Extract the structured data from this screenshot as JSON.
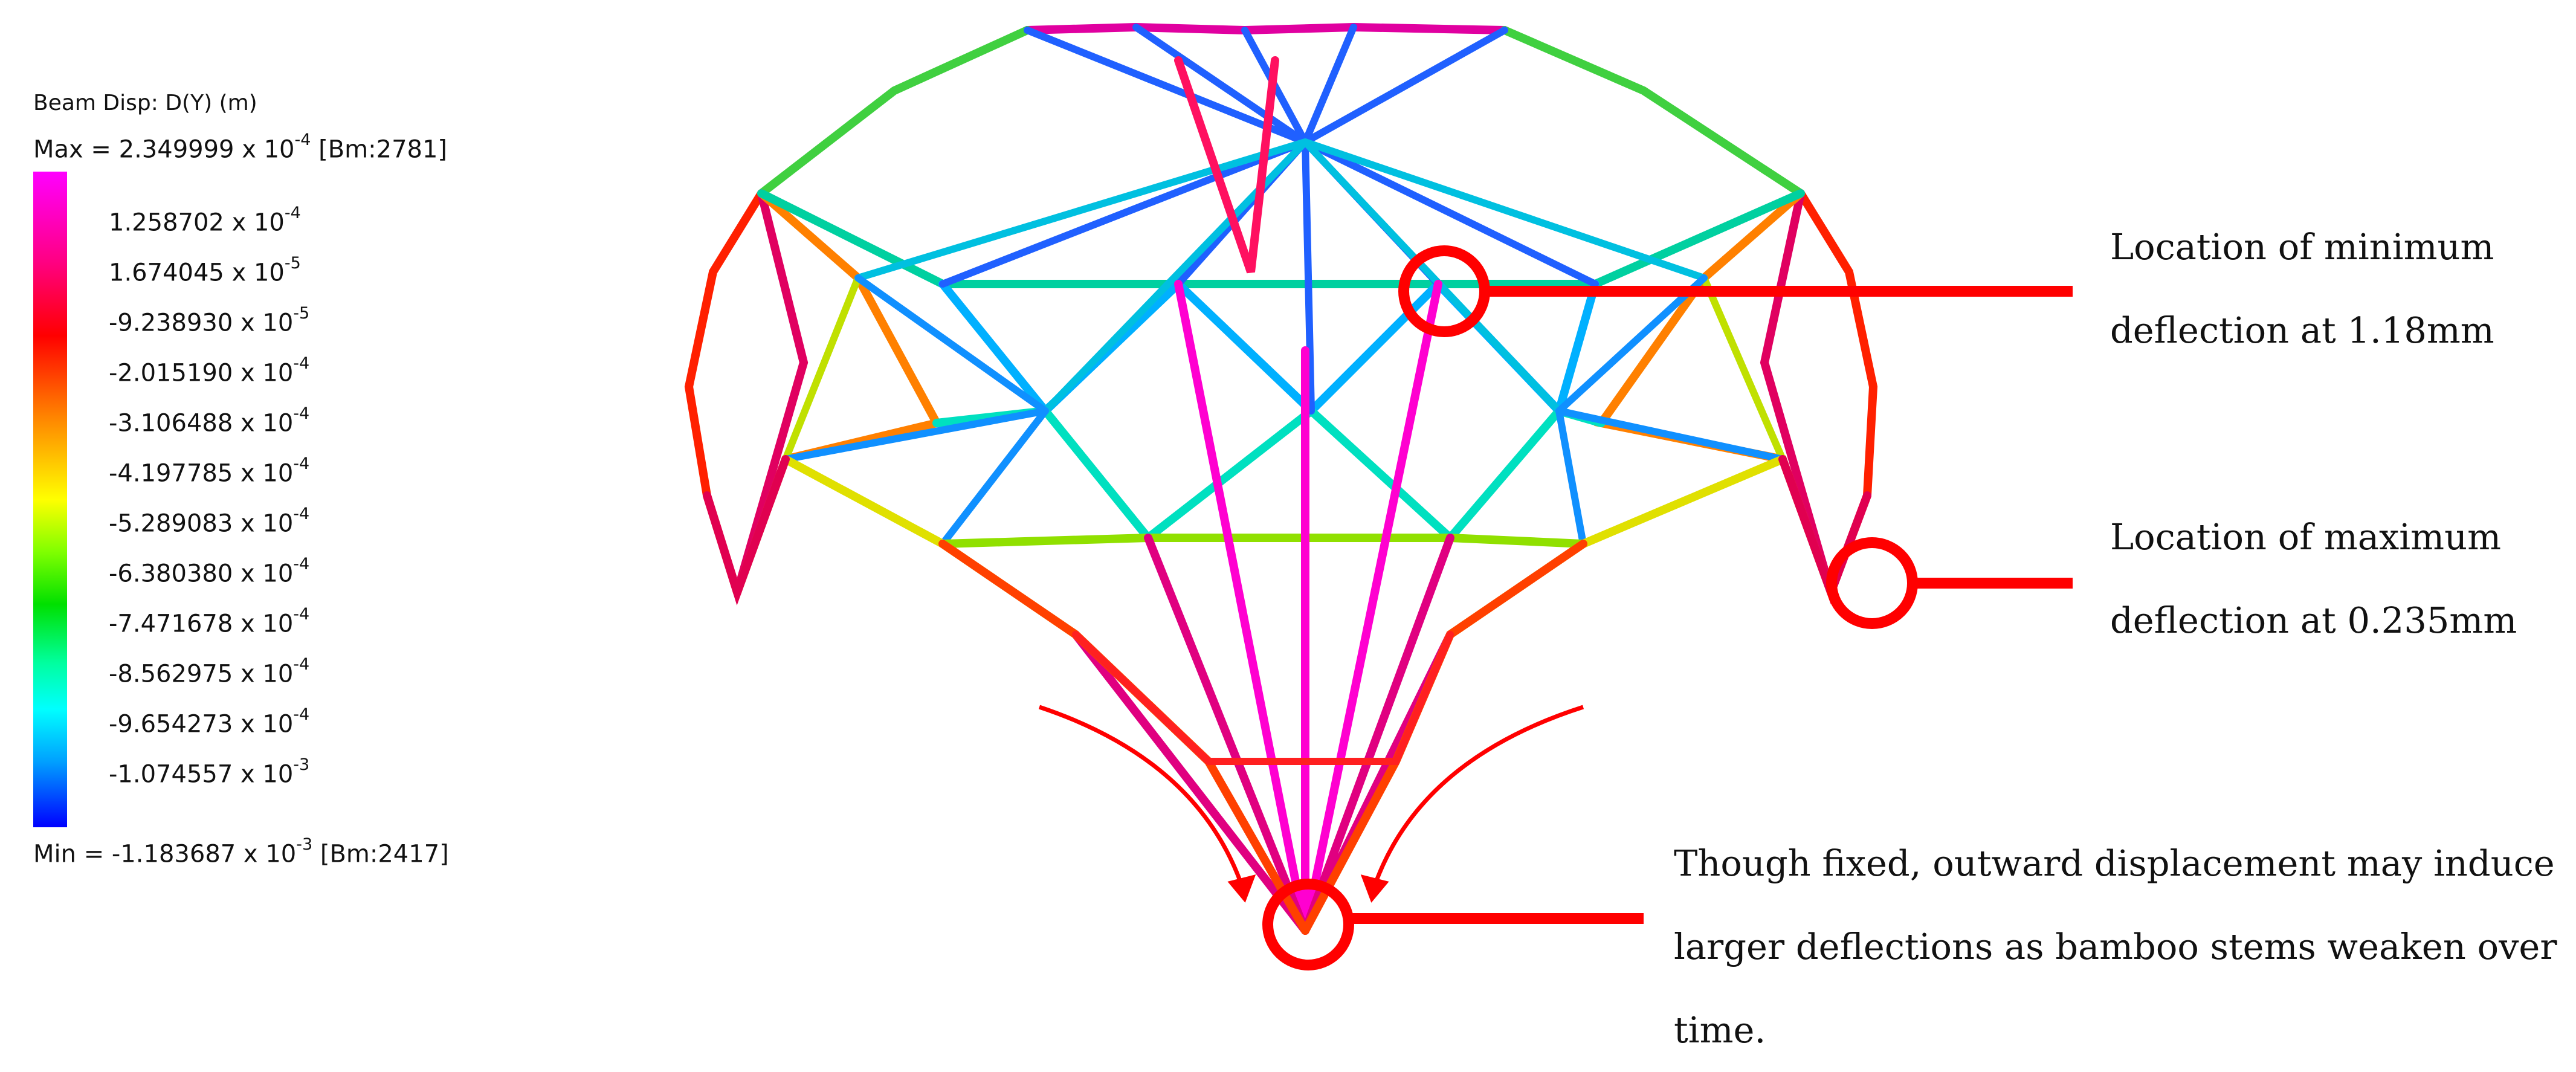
{
  "legend": {
    "title": "Beam Disp: D(Y) (m)",
    "max_label": "Max = 2.349999 x 10",
    "max_exp": "-4",
    "max_beam": " [Bm:2781]",
    "min_label": "Min = -1.183687 x 10",
    "min_exp": "-3",
    "min_beam": " [Bm:2417]",
    "ticks": [
      {
        "m": "1.258702 x 10",
        "e": "-4"
      },
      {
        "m": "1.674045 x 10",
        "e": "-5"
      },
      {
        "m": "-9.238930 x 10",
        "e": "-5"
      },
      {
        "m": "-2.015190 x 10",
        "e": "-4"
      },
      {
        "m": "-3.106488 x 10",
        "e": "-4"
      },
      {
        "m": "-4.197785 x 10",
        "e": "-4"
      },
      {
        "m": "-5.289083 x 10",
        "e": "-4"
      },
      {
        "m": "-6.380380 x 10",
        "e": "-4"
      },
      {
        "m": "-7.471678 x 10",
        "e": "-4"
      },
      {
        "m": "-8.562975 x 10",
        "e": "-4"
      },
      {
        "m": "-9.654273 x 10",
        "e": "-4"
      },
      {
        "m": "-1.074557 x 10",
        "e": "-3"
      }
    ],
    "colors": [
      "#ff00ff",
      "#ff0000",
      "#ffff00",
      "#00e000",
      "#00ffff",
      "#0000ff"
    ]
  },
  "annotations": {
    "min_text": "Location of minimum deflection at 1.18mm",
    "max_text": "Location of maximum deflection at 0.235mm",
    "base_text": "Though fixed, outward displacement may induce larger deflections as bamboo stems weaken over time."
  },
  "accent_color": "#ff0000"
}
